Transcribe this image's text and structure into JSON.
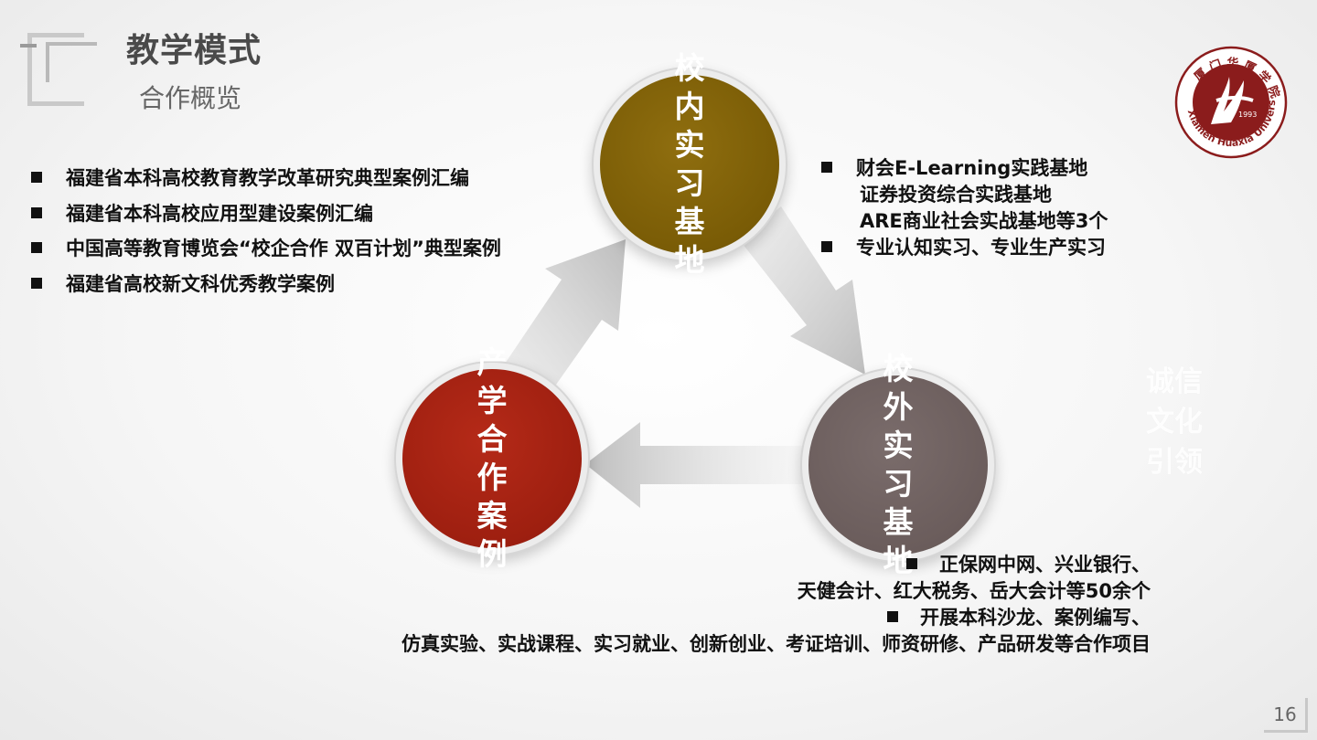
{
  "header": {
    "title": "教学模式",
    "subtitle": "合作概览"
  },
  "logo": {
    "text": "厦门华厦学院 Xiamen Huaxia University 1993"
  },
  "left_bullets": [
    "福建省本科高校教育教学改革研究典型案例汇编",
    "福建省本科高校应用型建设案例汇编",
    "中国高等教育博览会“校企合作 双百计划”典型案例",
    "福建省高校新文科优秀教学案例"
  ],
  "right_bullets": {
    "item1_line1": "财会E-Learning实践基地",
    "item1_line2": "证券投资综合实践基地",
    "item1_line3": "ARE商业社会实战基地等3个",
    "item2": "专业认知实习、专业生产实习"
  },
  "bottom_bullets": {
    "item1_line1": "正保网中网、兴业银行、",
    "item1_line2": "天健会计、红大税务、岳大会计等50余个",
    "item2_line1": "开展本科沙龙、案例编写、",
    "item2_line2": "仿真实验、实战课程、实习就业、创新创业、考证培训、师资研修、产品研发等合作项目"
  },
  "cycle": {
    "top": "校内实习基地",
    "right": "校外实习基地",
    "left": "产学合作案例"
  },
  "watermark": "诚信文化引领",
  "page_number": "16",
  "colors": {
    "top_circle": "#7a5c06",
    "right_circle": "#6b5d5c",
    "left_circle": "#9e1f10",
    "arrow": "#c8c8c8",
    "logo_red": "#8b1c1c"
  }
}
